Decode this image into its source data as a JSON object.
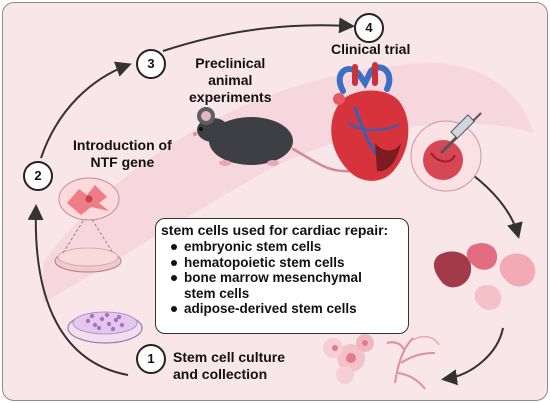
{
  "steps": [
    {
      "number": "1",
      "label": "Stem cell culture\nand collection"
    },
    {
      "number": "2",
      "label": "Introduction of\nNTF gene"
    },
    {
      "number": "3",
      "label": "Preclinical\nanimal\nexperiments"
    },
    {
      "number": "4",
      "label": "Clinical trial"
    }
  ],
  "info_box": {
    "title": "stem cells used for cardiac repair:",
    "items": [
      "embryonic stem cells",
      "hematopoietic stem cells",
      " bone marrow mesenchymal\nstem cells",
      "adipose-derived stem cells"
    ]
  },
  "icons": [
    "culture-dish-icon",
    "petri-dish-icon",
    "transfected-cell-icon",
    "mouse-icon",
    "heart-icon",
    "syringe-injection-icon",
    "tissue-fragments-icon",
    "cardiac-tissue-icon"
  ],
  "colors": {
    "background": "#f9e6e9",
    "accent_pink": "#f3c6cf",
    "arrow": "#333333"
  }
}
